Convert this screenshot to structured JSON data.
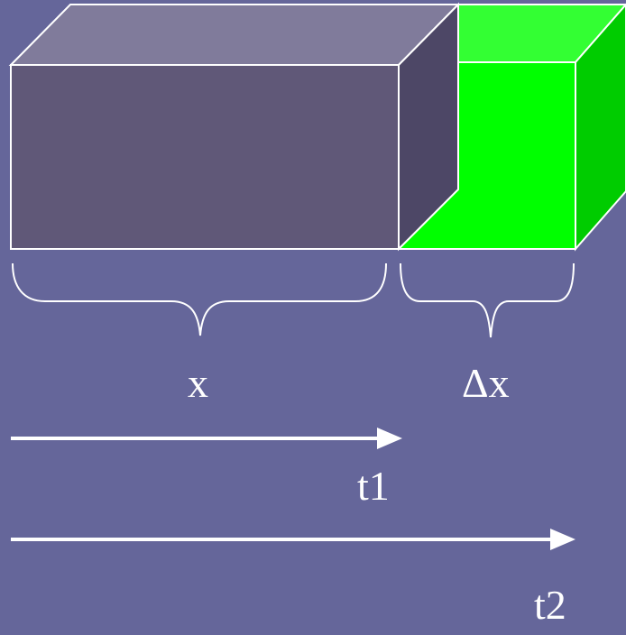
{
  "labels": {
    "x": "x",
    "delta_x": "Δx",
    "t1": "t1",
    "t2": "t2"
  },
  "colors": {
    "background": "#65669a",
    "box_front": "#605878",
    "box_top": "#807b9b",
    "box_side": "#4d4766",
    "slab_front": "#00ff00",
    "slab_top": "#33ff33",
    "slab_side": "#00cc00",
    "outline": "#ffffff"
  }
}
